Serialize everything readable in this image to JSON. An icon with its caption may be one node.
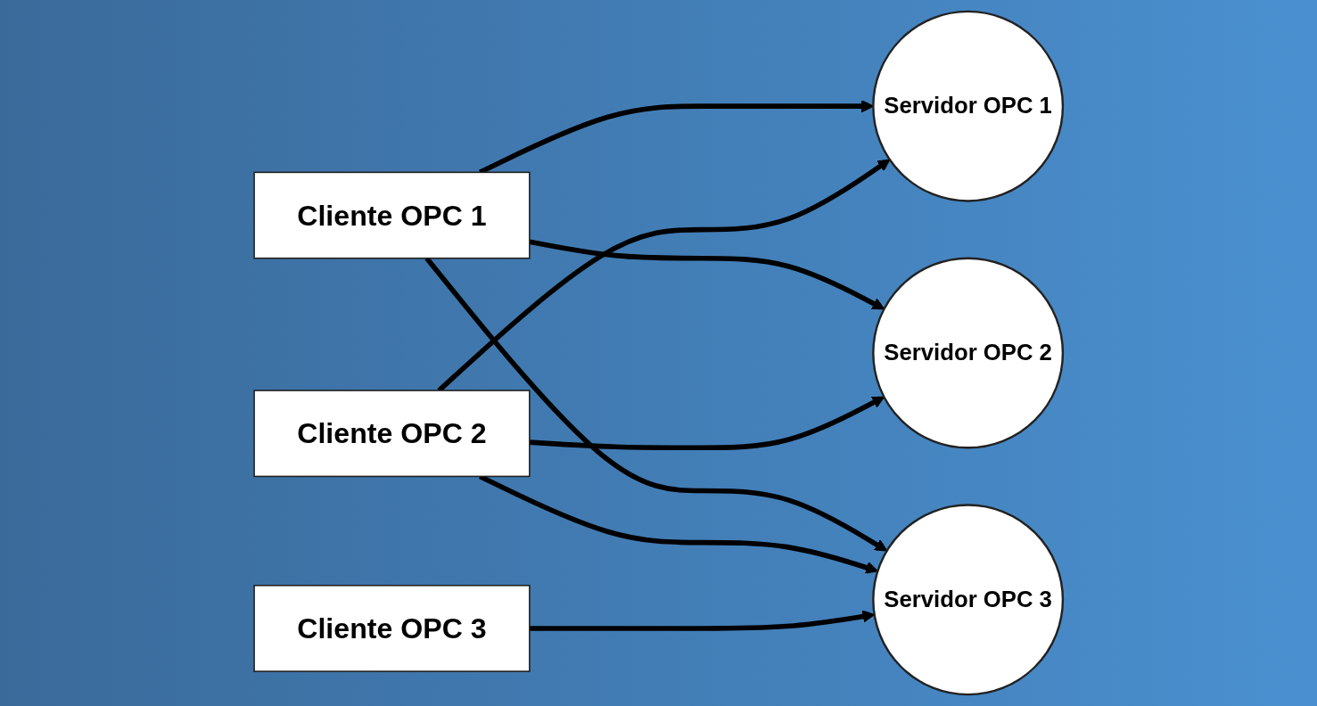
{
  "diagram": {
    "nodes": [
      {
        "text": [
          "Servidor OPC 1"
        ]
      },
      {
        "text": [
          "Cliente OPC 1"
        ]
      },
      {
        "text": [
          "Servidor OPC 2"
        ]
      },
      {
        "text": [
          "Cliente OPC 2"
        ]
      },
      {
        "text": [
          "Servidor OPC 3"
        ]
      },
      {
        "text": [
          "Cliente OPC 3"
        ]
      }
    ],
    "edges": [
      {
        "from": 1,
        "to": 0,
        "arrow": "to"
      },
      {
        "from": 1,
        "to": 2,
        "arrow": "to"
      },
      {
        "from": 1,
        "to": 4,
        "arrow": "to"
      },
      {
        "from": 3,
        "to": 0,
        "arrow": "to"
      },
      {
        "from": 3,
        "to": 2,
        "arrow": "to"
      },
      {
        "from": 3,
        "to": 4,
        "arrow": "to"
      },
      {
        "from": 5,
        "to": 4,
        "arrow": "to"
      }
    ]
  }
}
